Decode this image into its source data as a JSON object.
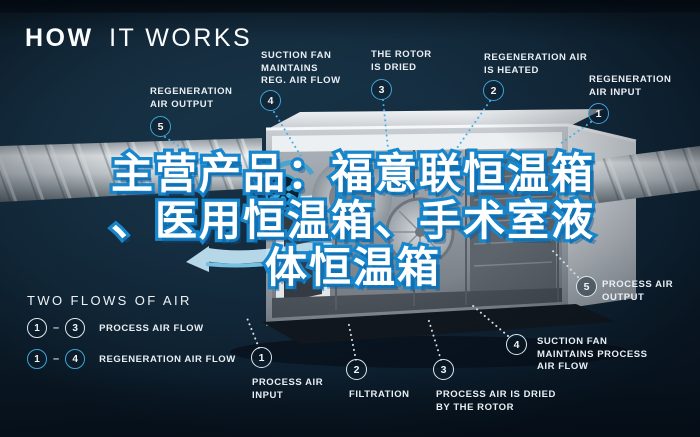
{
  "title": {
    "word_bold": "HOW",
    "word_light": "IT WORKS"
  },
  "watermark": {
    "line1": "主营产品：福意联恒温箱",
    "line2": "、医用恒温箱、手术室液",
    "line3": "体恒温箱"
  },
  "callouts": {
    "regeneration": [
      {
        "num": "5",
        "label": "REGENERATION\nAIR OUTPUT"
      },
      {
        "num": "4",
        "label": "SUCTION FAN\nMAINTAINS\nREG. AIR FLOW"
      },
      {
        "num": "3",
        "label": "THE ROTOR\nIS DRIED"
      },
      {
        "num": "2",
        "label": "REGENERATION AIR\nIS HEATED"
      },
      {
        "num": "1",
        "label": "REGENERATION\nAIR INPUT"
      }
    ],
    "process": [
      {
        "num": "1",
        "label": "PROCESS AIR\nINPUT"
      },
      {
        "num": "2",
        "label": "FILTRATION"
      },
      {
        "num": "3",
        "label": "PROCESS AIR IS DRIED\nBY THE ROTOR"
      },
      {
        "num": "4",
        "label": "SUCTION FAN\nMAINTAINS PROCESS\nAIR FLOW"
      },
      {
        "num": "5",
        "label": "PROCESS AIR\nOUTPUT"
      }
    ]
  },
  "legend": {
    "title": "TWO FLOWS OF AIR",
    "dash": "–",
    "rows": [
      {
        "from": "1",
        "to": "3",
        "label": "PROCESS AIR FLOW",
        "style": "process"
      },
      {
        "from": "1",
        "to": "4",
        "label": "REGENERATION AIR FLOW",
        "style": "regen"
      }
    ]
  },
  "colors": {
    "background_navy": "#14293b",
    "accent_blue": "#2ba2da",
    "watermark_fill": "#ffffff",
    "watermark_stroke": "#1787cd",
    "process_badge_ring": "#dfe7ec",
    "regeneration_badge_ring": "#3da4d9"
  }
}
